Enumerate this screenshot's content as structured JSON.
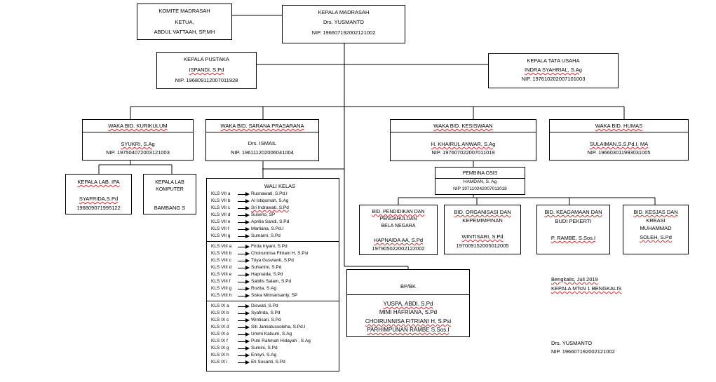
{
  "komite": {
    "title": "KOMITE MADRASAH",
    "role": "KETUA,",
    "name": "ABDUL VATTAAH, SP,MH"
  },
  "kepala": {
    "title": "KEPALA MADRASAH",
    "name": "Drs. YUSMANTO",
    "nip": "NIP. 196607192002121002"
  },
  "pustaka": {
    "title": "KEPALA PUSTAKA",
    "name": "ISPANDI, S.Pd",
    "nip": "NIP. 196809112007011928"
  },
  "tatausaha": {
    "title": "KEPALA TATA USAHA",
    "name": "INDRA SYAHRIAL, S.Ag",
    "nip": "NIP. 197610202007101003"
  },
  "kurikulum": {
    "title": "WAKA BID. KURIKULUM",
    "name": "SYUKRI, S.Ag",
    "nip": "NIP. 197504072003121003"
  },
  "sarana": {
    "title": "WAKA BID. SARANA PRASARANA",
    "name": "Drs. ISMAIL",
    "nip": "NIP. 196111202006041004"
  },
  "kesiswaan": {
    "title": "WAKA BID. KESISWAAN",
    "name": "H. KHAIRUL ANWAR, S.Ag",
    "nip": "NIP. 197607022007011019"
  },
  "humas": {
    "title": "WAKA BID. HUMAS",
    "name": "SULAIMAN,S.S,Pd.I, MA",
    "nip": "NIP. 196603011993031005"
  },
  "lab_ipa": {
    "title": "KEPALA  LAB. IPA",
    "name": "SYAFRIDA,S.Pd",
    "nip": "196809071995122"
  },
  "lab_komputer": {
    "title_1": "KEPALA LAB",
    "title_2": "KOMPUTER",
    "name": "BAMBANG S"
  },
  "osis": {
    "title": "PEMBINA OSIS",
    "name": "HAMDAN, S. Ag",
    "nip": "NIP 197110242007011018"
  },
  "bid_pendidikan": {
    "line1": "BID. PENDIDIKAN  DAN",
    "line2": "PENDAHULUAN",
    "line3": "BELA NEGARA",
    "name": "HAPNAIDA AA, S.Pd",
    "nip": "197905022002122002"
  },
  "bid_organisasi": {
    "line1": "BID. ORGANISASI DAN",
    "line2": "KEPEMIMPINAN",
    "name": "WINTISARI, S.Pd",
    "nip": "197009152005012005"
  },
  "bid_keagamaan": {
    "line1": "BID. KEAGAMAAN DAN",
    "line2": "BUDI PEKERTI",
    "name": "P. RAMBE, S.Sos.I"
  },
  "bid_kesjas": {
    "line1": "BID. KESJAS DAN",
    "line2": "KREASI",
    "name_1": "MUHAMMAD",
    "name_2": "SOLEH, S.Pd"
  },
  "bpbk": {
    "title": "BP/BK",
    "members": [
      "YUSPA, ABDI, S.Pd",
      "MIMI HAFRIANA, S.Pd",
      "CHOIRUNNISA FITRIANI H, S.Psi",
      "PARHIMPUNAN  RAMBE S.Sos.I"
    ]
  },
  "walikelas": {
    "title": "WALI KELAS",
    "groups": [
      [
        {
          "kelas": "KLS VII a",
          "nama": "Rusnawati, S.Pd.I"
        },
        {
          "kelas": "KLS VII b",
          "nama": "Al Istiqomah, S.Ag"
        },
        {
          "kelas": "KLS VII c",
          "nama": "Sri Indrawati, S.Pd"
        },
        {
          "kelas": "KLS VII d",
          "nama": "Suseno, SP"
        },
        {
          "kelas": "KLS VII e",
          "nama": "Aprilia Sandi, S.Pd"
        },
        {
          "kelas": "KLS VII f",
          "nama": "Marliana, S.Pd.I"
        },
        {
          "kelas": "KLS VII g",
          "nama": "Sumarni, S.Pd"
        }
      ],
      [
        {
          "kelas": "KLS VIII a",
          "nama": "Firda Iriyani, S.Pd"
        },
        {
          "kelas": "KLS VIII b",
          "nama": "Choirunnisa Fitriani H, S.Psi"
        },
        {
          "kelas": "KLS VIII c",
          "nama": "Triya Gusvianti, S.Pd"
        },
        {
          "kelas": "KLS VIII d",
          "nama": "Suhartini, S.Pd"
        },
        {
          "kelas": "KLS VIII e",
          "nama": "Hapnaida, S.Pd"
        },
        {
          "kelas": "KLS VIII f",
          "nama": "Sabilis Salam, S.Pd"
        },
        {
          "kelas": "KLS VIII g",
          "nama": "Rozita, S.Ag"
        },
        {
          "kelas": "KLS VIII h",
          "nama": "Siska Mitmarisanty, SP"
        }
      ],
      [
        {
          "kelas": "KLS IX a",
          "nama": "Diswati, S.Pd"
        },
        {
          "kelas": "KLS IX b",
          "nama": "Syafrida, S.Pd"
        },
        {
          "kelas": "KLS IX c",
          "nama": "Wintisari, S.Pd"
        },
        {
          "kelas": "KLS IX d",
          "nama": "Siti Jamiatussoleha, S.Pd.I"
        },
        {
          "kelas": "KLS IX e",
          "nama": "Ummi Kalsum, S.Ag"
        },
        {
          "kelas": "KLS IX f",
          "nama": "Putri Rahmah Hidayah , S.Ag"
        },
        {
          "kelas": "KLS IX g",
          "nama": "Sumini, S.Pd"
        },
        {
          "kelas": "KLS IX h",
          "nama": "Ennyri, S.Ag"
        },
        {
          "kelas": "KLS IX i",
          "nama": "Eti Susanti, S.Pd"
        }
      ]
    ]
  },
  "signature": {
    "place_date": "Bengkalis,   Juli  2019",
    "position": "KEPALA MTsN  1 BENGKALIS",
    "name": "Drs. YUSMANTO",
    "nip": "NIP. 196607192002121002"
  }
}
